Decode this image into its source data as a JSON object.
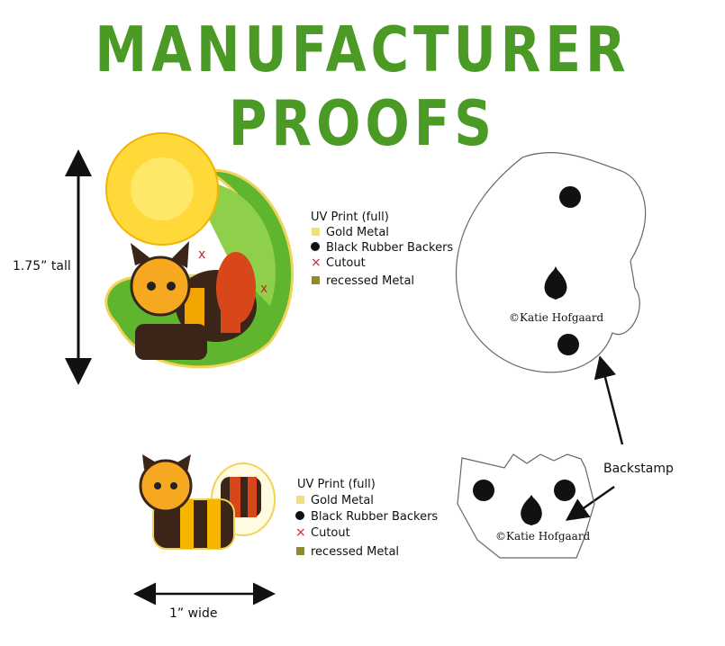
{
  "title": "MANUFACTURER PROOFS",
  "large_pin": {
    "dimension_label": "1.75” tall",
    "legend": {
      "uv_print": "UV Print (full)",
      "gold_metal": "Gold Metal",
      "black_rubber": "Black Rubber Backers",
      "cutout": "Cutout",
      "recessed": "recessed Metal"
    }
  },
  "small_pin": {
    "dimension_label": "1” wide",
    "legend": {
      "uv_print": "UV Print (full)",
      "gold_metal": "Gold Metal",
      "black_rubber": "Black Rubber Backers",
      "cutout": "Cutout",
      "recessed": "recessed Metal"
    }
  },
  "backstamp_label": "Backstamp",
  "backstamp_signature": "©Katie Hofgaard",
  "colors": {
    "title_green": "#4b9a25",
    "gold": "#f3df7a",
    "cutout_red": "#c0262d",
    "recessed": "#8f8a2a"
  }
}
